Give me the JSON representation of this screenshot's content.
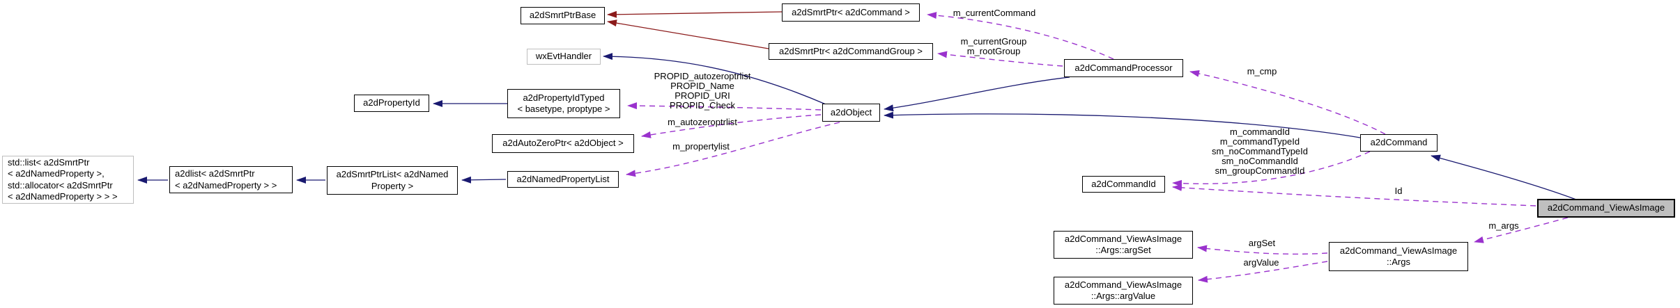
{
  "diagram": {
    "type": "doxygen-collaboration-graph",
    "focus_class": "a2dCommand_ViewAsImage",
    "colors": {
      "inheritance_public": "#191970",
      "inheritance_private": "#8b1a1a",
      "usage_dashed": "#9a32cd",
      "box_border": "#000000",
      "external_box_border": "#bebebe",
      "focus_fill": "#bfbfbf",
      "background": "#ffffff",
      "text": "#000000"
    },
    "nodes": [
      {
        "id": "std-list",
        "label": "std::list< a2dSmrtPtr\n< a2dNamedProperty >,\n std::allocator< a2dSmrtPtr\n< a2dNamedProperty > > >"
      },
      {
        "id": "a2dlist",
        "label": "a2dlist< a2dSmrtPtr\n< a2dNamedProperty > >"
      },
      {
        "id": "a2dsmrtptrlist",
        "label": "a2dSmrtPtrList< a2dNamed\nProperty >"
      },
      {
        "id": "a2dpropertyid",
        "label": "a2dPropertyId"
      },
      {
        "id": "a2dpropertyidtyped",
        "label": "a2dPropertyIdTyped\n< basetype, proptype >"
      },
      {
        "id": "wxevthandler",
        "label": "wxEvtHandler"
      },
      {
        "id": "a2dsmrtptrbase",
        "label": "a2dSmrtPtrBase"
      },
      {
        "id": "a2dautozeroptr",
        "label": "a2dAutoZeroPtr< a2dObject >"
      },
      {
        "id": "a2dnamedpropertylist",
        "label": "a2dNamedPropertyList"
      },
      {
        "id": "a2dobject",
        "label": "a2dObject"
      },
      {
        "id": "a2dsmrtptr-a2dcommand",
        "label": "a2dSmrtPtr< a2dCommand >"
      },
      {
        "id": "a2dsmrtptr-a2dcommandgroup",
        "label": "a2dSmrtPtr< a2dCommandGroup >"
      },
      {
        "id": "a2dcommandprocessor",
        "label": "a2dCommandProcessor"
      },
      {
        "id": "a2dcommand",
        "label": "a2dCommand"
      },
      {
        "id": "a2dcommandid",
        "label": "a2dCommandId"
      },
      {
        "id": "a2dcommand-viewasimage",
        "label": "a2dCommand_ViewAsImage"
      },
      {
        "id": "args",
        "label": "a2dCommand_ViewAsImage\n::Args"
      },
      {
        "id": "args-argset",
        "label": "a2dCommand_ViewAsImage\n::Args::argSet"
      },
      {
        "id": "args-argvalue",
        "label": "a2dCommand_ViewAsImage\n::Args::argValue"
      }
    ],
    "edges": [
      {
        "from": "a2dSmrtPtr< a2dCommand >",
        "to": "a2dSmrtPtrBase",
        "type": "inheritance-private"
      },
      {
        "from": "a2dSmrtPtr< a2dCommandGroup >",
        "to": "a2dSmrtPtrBase",
        "type": "inheritance-private"
      },
      {
        "from": "a2dObject",
        "to": "wxEvtHandler",
        "type": "inheritance-public"
      },
      {
        "from": "a2dCommandProcessor",
        "to": "a2dObject",
        "type": "inheritance-public"
      },
      {
        "from": "a2dCommand",
        "to": "a2dObject",
        "type": "inheritance-public"
      },
      {
        "from": "a2dCommand_ViewAsImage",
        "to": "a2dCommand",
        "type": "inheritance-public"
      },
      {
        "from": "a2dPropertyIdTyped< basetype, proptype >",
        "to": "a2dPropertyId",
        "type": "inheritance-public"
      },
      {
        "from": "a2dNamedPropertyList",
        "to": "a2dSmrtPtrList< a2dNamedProperty >",
        "type": "inheritance-public"
      },
      {
        "from": "a2dSmrtPtrList< a2dNamedProperty >",
        "to": "a2dlist< a2dSmrtPtr< a2dNamedProperty > >",
        "type": "inheritance-public"
      },
      {
        "from": "a2dlist< a2dSmrtPtr< a2dNamedProperty > >",
        "to": "std::list",
        "type": "inheritance-public"
      },
      {
        "from": "a2dCommandProcessor",
        "to": "a2dSmrtPtr< a2dCommand >",
        "type": "usage",
        "label": "m_currentCommand"
      },
      {
        "from": "a2dCommandProcessor",
        "to": "a2dSmrtPtr< a2dCommandGroup >",
        "type": "usage",
        "label": "m_currentGroup\nm_rootGroup"
      },
      {
        "from": "a2dCommand",
        "to": "a2dCommandProcessor",
        "type": "usage",
        "label": "m_cmp"
      },
      {
        "from": "a2dObject",
        "to": "a2dPropertyIdTyped< basetype, proptype >",
        "type": "usage",
        "label": "PROPID_autozeroptrlist\nPROPID_Name\nPROPID_URI\nPROPID_Check"
      },
      {
        "from": "a2dObject",
        "to": "a2dAutoZeroPtr< a2dObject >",
        "type": "usage",
        "label": "m_autozeroptrlist"
      },
      {
        "from": "a2dObject",
        "to": "a2dNamedPropertyList",
        "type": "usage",
        "label": "m_propertylist"
      },
      {
        "from": "a2dCommand",
        "to": "a2dCommandId",
        "type": "usage",
        "label": "m_commandId\nm_commandTypeId\nsm_noCommandTypeId\nsm_noCommandId\nsm_groupCommandId"
      },
      {
        "from": "a2dCommand_ViewAsImage",
        "to": "a2dCommandId",
        "type": "usage",
        "label": "Id"
      },
      {
        "from": "a2dCommand_ViewAsImage",
        "to": "a2dCommand_ViewAsImage::Args",
        "type": "usage",
        "label": "m_args"
      },
      {
        "from": "a2dCommand_ViewAsImage::Args",
        "to": "a2dCommand_ViewAsImage::Args::argSet",
        "type": "usage",
        "label": "argSet"
      },
      {
        "from": "a2dCommand_ViewAsImage::Args",
        "to": "a2dCommand_ViewAsImage::Args::argValue",
        "type": "usage",
        "label": "argValue"
      }
    ]
  }
}
